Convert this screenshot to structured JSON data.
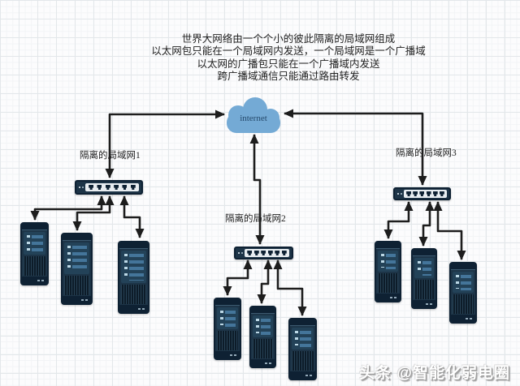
{
  "title_block": {
    "lines": [
      "世界大网络由一个个小的彼此隔离的局域网组成",
      "以太网包只能在一个局域网内发送，一个局域网是一个广播域",
      "以太网的广播包只能在一个广播域内发送",
      "跨广播域通信只能通过路由转发"
    ]
  },
  "cloud": {
    "label": "internet"
  },
  "lans": [
    {
      "label": "隔离的局域网1",
      "server_count": 3
    },
    {
      "label": "隔离的局域网2",
      "server_count": 3
    },
    {
      "label": "隔离的局域网3",
      "server_count": 3
    }
  ],
  "watermark": {
    "text": "头条 @智能化弱电圈"
  },
  "colors": {
    "background": "#fcfcfd",
    "grid_major": "#e3e7ea",
    "grid_minor": "#f2f4f6",
    "text": "#222222",
    "arrow": "#1d1d1d",
    "cloud_fill": "#74aad5",
    "cloud_text": "#25496b",
    "device_body": "#1d3447",
    "device_dark": "#0e2133",
    "device_panel": "#234258",
    "stripe_dash": "#bcd8e6",
    "stripe_bar": "#44759a",
    "vent": "#0d1c29",
    "port_strip": "#e8edf1",
    "watermark": "#ffffff"
  }
}
